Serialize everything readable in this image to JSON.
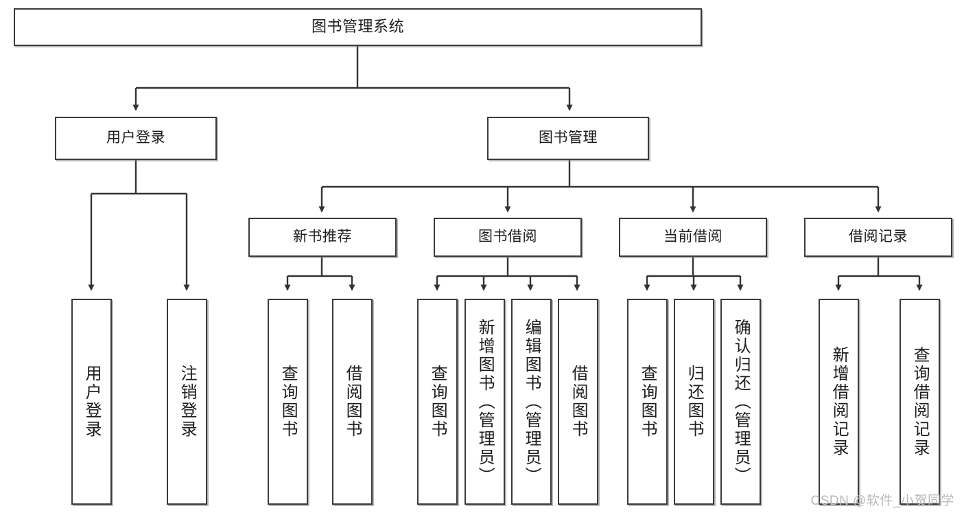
{
  "diagram": {
    "title": "图书管理系统",
    "type": "tree-hierarchy",
    "orientation": "top-down",
    "colors": {
      "node_border": "#3b3b3b",
      "node_fill": "#ffffff",
      "edge": "#333333",
      "text": "#1d1d1d",
      "watermark": "#b9b9b9",
      "background": "#ffffff"
    },
    "nodes": {
      "root": {
        "label": "图书管理系统"
      },
      "level2": [
        {
          "label": "用户登录"
        },
        {
          "label": "图书管理"
        }
      ],
      "level3": [
        {
          "label": "新书推荐"
        },
        {
          "label": "图书借阅"
        },
        {
          "label": "当前借阅"
        },
        {
          "label": "借阅记录"
        }
      ],
      "leaves": {
        "user_login": [
          {
            "label": "用户登录"
          },
          {
            "label": "注销登录"
          }
        ],
        "new_book_recommend": [
          {
            "label": "查询图书"
          },
          {
            "label": "借阅图书"
          }
        ],
        "book_borrow": [
          {
            "label": "查询图书"
          },
          {
            "label": "新增图书（管理员）"
          },
          {
            "label": "编辑图书（管理员）"
          },
          {
            "label": "借阅图书"
          }
        ],
        "current_borrow": [
          {
            "label": "查询图书"
          },
          {
            "label": "归还图书"
          },
          {
            "label": "确认归还（管理员）"
          }
        ],
        "borrow_record": [
          {
            "label": "新增借阅记录"
          },
          {
            "label": "查询借阅记录"
          }
        ]
      }
    },
    "watermark": "CSDN @软件_小贺同学"
  }
}
